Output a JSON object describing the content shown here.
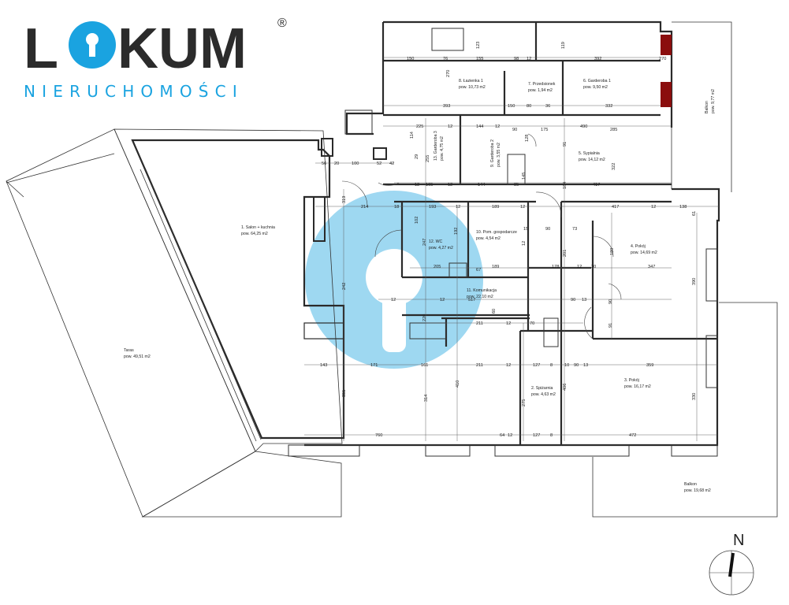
{
  "brand": {
    "name_start": "L",
    "name_end": "KUM",
    "registered_mark": "®",
    "subtitle": "NIERUCHOMOŚCI",
    "colors": {
      "dark": "#2b2b2b",
      "accent": "#1aa3e0",
      "watermark": "#1aa3e0"
    }
  },
  "rooms": [
    {
      "name": "1. Salon + kuchnia",
      "area": "pow. 64,25 m2"
    },
    {
      "name": "2. Spiżarnia",
      "area": "pow. 4,63 m2"
    },
    {
      "name": "3. Pokój",
      "area": "pow. 16,17 m2"
    },
    {
      "name": "4. Pokój",
      "area": "pow. 14,69 m2"
    },
    {
      "name": "5. Sypialnia",
      "area": "pow. 14,12 m2"
    },
    {
      "name": "6. Garderoba 1",
      "area": "pow. 9,50 m2"
    },
    {
      "name": "7. Przedsionek",
      "area": "pow. 1,94 m2"
    },
    {
      "name": "8. Łazienka 1",
      "area": "pow. 10,73 m2"
    },
    {
      "name": "9. Garderoba 2",
      "area": "pow. 3,55 m2"
    },
    {
      "name": "10. Pom. gospodarcze",
      "area": "pow. 4,54 m2"
    },
    {
      "name": "11. Komunikacja",
      "area": "pow. 22,10 m2"
    },
    {
      "name": "12. WC",
      "area": "pow. 4,27 m2"
    },
    {
      "name": "13. Garderoba 3",
      "area": "pow. 4,75 m2"
    },
    {
      "name": "Taras",
      "area": "pow. 49,51 m2"
    },
    {
      "name": "Balkon",
      "area": "pow. 9,77 m2"
    },
    {
      "name": "Balkon",
      "area": "pow. 19,68 m2"
    }
  ],
  "dimensions": [
    "150",
    "76",
    "155",
    "98",
    "12",
    "392",
    "270",
    "123",
    "119",
    "270",
    "393",
    "150",
    "80",
    "36",
    "332",
    "225",
    "12",
    "144",
    "12",
    "90",
    "175",
    "490",
    "285",
    "56",
    "20",
    "100",
    "52",
    "42",
    "114",
    "29",
    "255",
    "128",
    "91",
    "322",
    "12",
    "165",
    "12",
    "144",
    "85",
    "145",
    "184",
    "417",
    "214",
    "18",
    "193",
    "12",
    "189",
    "12",
    "417",
    "12",
    "138",
    "61",
    "319",
    "102",
    "192",
    "15",
    "90",
    "73",
    "247",
    "12",
    "201",
    "189",
    "205",
    "67",
    "189",
    "178",
    "12",
    "30",
    "347",
    "390",
    "12",
    "517",
    "90",
    "13",
    "12",
    "220",
    "211",
    "12",
    "70",
    "91",
    "143",
    "171",
    "161",
    "211",
    "12",
    "127",
    "8",
    "10",
    "90",
    "13",
    "359",
    "242",
    "351",
    "314",
    "410",
    "275",
    "406",
    "330",
    "760",
    "64",
    "12",
    "127",
    "8",
    "472",
    "60",
    "90"
  ],
  "compass": {
    "label": "N"
  }
}
